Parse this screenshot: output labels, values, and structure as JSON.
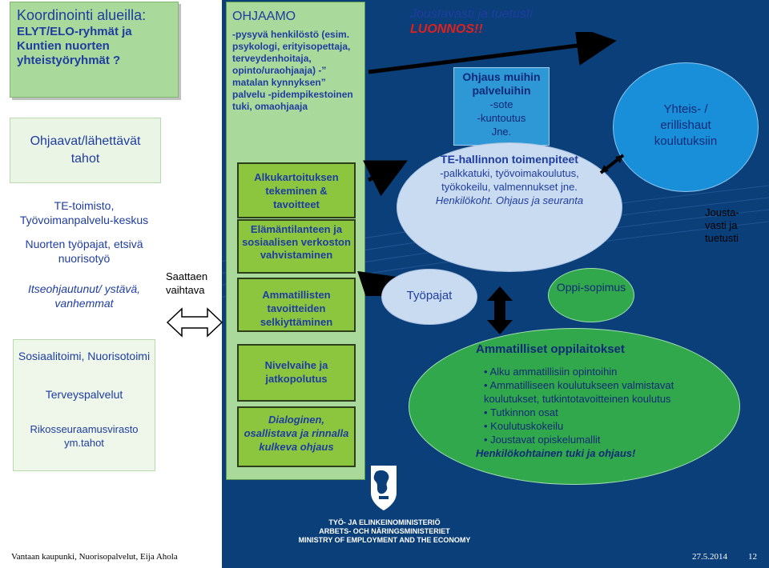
{
  "left_column": {
    "top_box": {
      "title": "Koordinointi alueilla:",
      "subtitle": "ELYT/ELO-ryhmät ja Kuntien nuorten yhteistyöryhmät ?"
    },
    "referrers_box": {
      "title": "Ohjaavat/lähettävät tahot"
    },
    "list_top": [
      "TE-toimisto, Työvoimanpalvelu-keskus",
      "Nuorten työpajat, etsivä nuorisotyö"
    ],
    "list_top_italic": "Itseohjautunut/ ystävä, vanhemmat",
    "list_bottom": [
      "Sosiaalitoimi, Nuorisotoimi",
      "Terveyspalvelut",
      "Rikosseuraamusvirasto ym.tahot"
    ]
  },
  "bridge_label": "Saattaen vaihtava",
  "ohjaamo": {
    "title": "OHJAAMO",
    "description": "-pysyvä henkilöstö (esim. psykologi, erityisopettaja, terveydenhoitaja, opinto/uraohjaaja) -” matalan kynnyksen” palvelu -pidempikestoinen tuki, omaohjaaja",
    "steps": [
      "Alkukartoituksen tekeminen & tavoitteet",
      "Elämäntilanteen ja sosiaalisen verkoston vahvistaminen",
      "Ammatillisten tavoitteiden selkiyttäminen"
    ],
    "lower_steps": [
      "Nivelvaihe ja jatkopolutus"
    ],
    "lower_italic": "Dialoginen, osallistava ja rinnalla kulkeva ohjaus"
  },
  "right_top": {
    "line1": "Joustavasti ja tuetusti",
    "line2": "LUONNOS!!"
  },
  "referral_box": {
    "title": "Ohjaus muihin palveluihin",
    "items": [
      "-sote",
      "-kuntoutus",
      "Jne."
    ]
  },
  "te_ellipse": {
    "title": "TE-hallinnon toimenpiteet",
    "lines": [
      "-palkkatuki, työvoimakoulutus, työkokeilu, valmennukset jne."
    ],
    "italic": "Henkilökoht. Ohjaus ja seuranta"
  },
  "separate_ellipse": "Yhteis- / erillishaut koulutuksiin",
  "flex_label": "Jousta-vasti ja tuetusti",
  "tyopajat": "Työpajat",
  "oppisopimus": "Oppi-sopimus",
  "vocational": {
    "title": "Ammatilliset oppilaitokset",
    "bullets": [
      "Alku ammatillisiin opintoihin",
      "Ammatilliseen koulutukseen valmistavat koulutukset, tutkintotavoitteinen koulutus",
      "Tutkinnon osat",
      "Koulutuskokeilu",
      "Joustavat opiskelumallit"
    ],
    "closing": "Henkilökohtainen tuki ja ohjaus!"
  },
  "ministry": {
    "fi": "TYÖ- JA ELINKEINOMINISTERIÖ",
    "sv": "ARBETS- OCH NÄRINGSMINISTERIET",
    "en": "MINISTRY OF EMPLOYMENT AND THE ECONOMY"
  },
  "footer": {
    "left": "Vantaan kaupunki, Nuorisopalvelut, Eija Ahola",
    "date": "27.5.2014",
    "page": "12"
  },
  "colors": {
    "panel": "#0a3f7a",
    "green_box": "#a9d99b",
    "lime": "#8cc63f",
    "blue_box": "#2e97d6",
    "ellipse_light": "#c9dbf0",
    "oval_green": "#31a84b"
  }
}
